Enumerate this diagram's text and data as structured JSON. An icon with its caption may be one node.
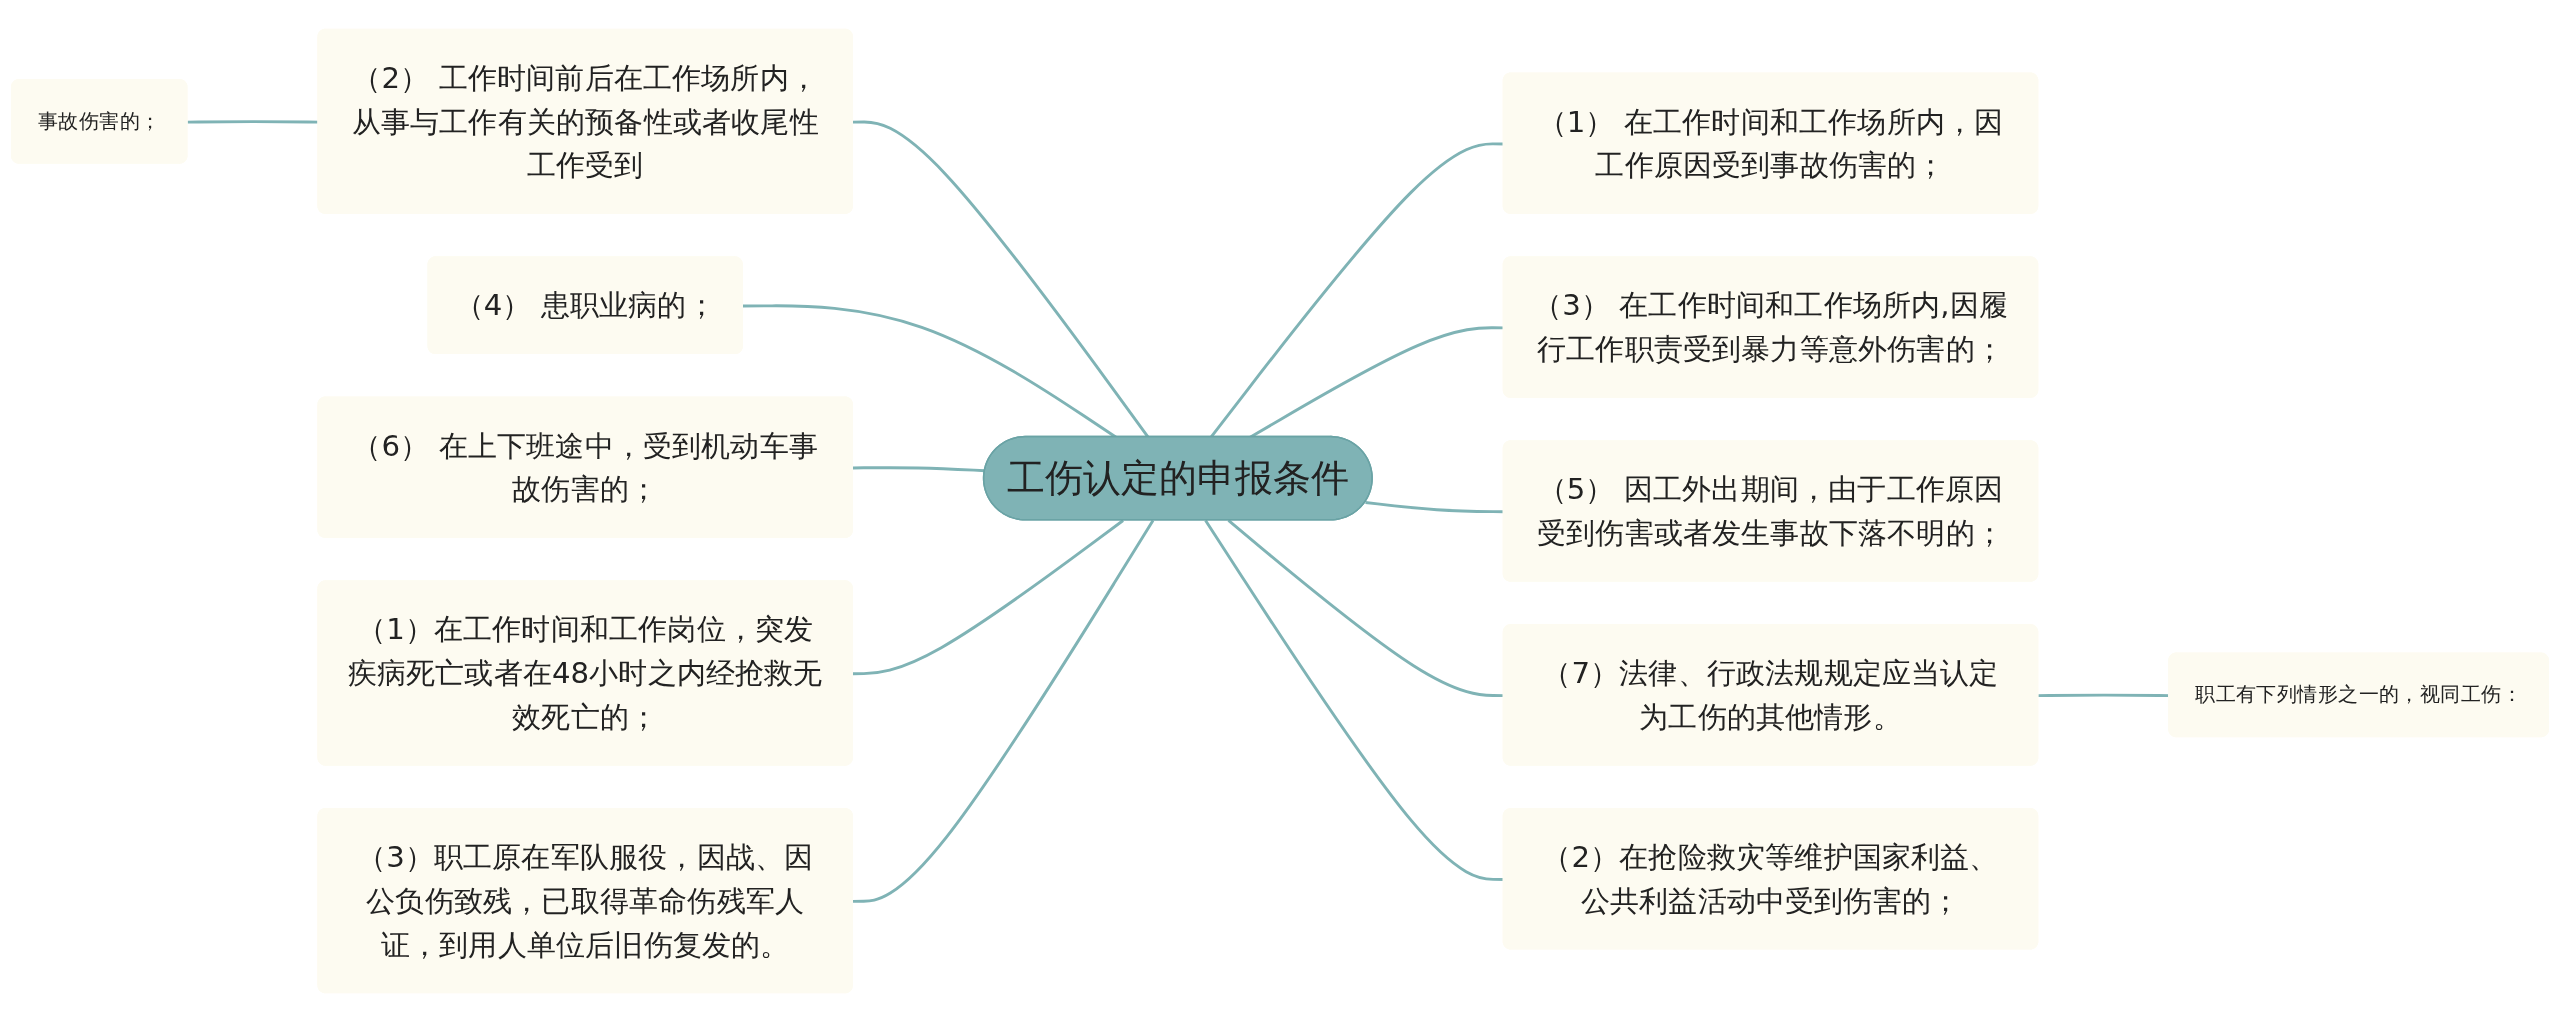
{
  "diagram": {
    "nodes": [
      {
        "text": [
          "工伤认定的申报条件"
        ]
      },
      {
        "text": [
          "（1） 在工作时间和工作场所内，因工作原因受到事故伤害的；"
        ]
      },
      {
        "text": [
          "（3） 在工作时间和工作场所内,因履行工作职责受到暴力等意外伤害的；"
        ]
      },
      {
        "text": [
          "（5） 因工外出期间，由于工作原因受到伤害或者发生事故下落不明的；"
        ]
      },
      {
        "text": [
          "（7）法律、行政法规规定应当认定为工伤的其他情形。"
        ]
      },
      {
        "text": [
          "职工有下列情形之一的，视同工伤："
        ]
      },
      {
        "text": [
          "（2）在抢险救灾等维护国家利益、公共利益活动中受到伤害的；"
        ]
      },
      {
        "text": [
          "（2） 工作时间前后在工作场所内，从事与工作有关的预备性或者收尾性工作受到"
        ]
      },
      {
        "text": [
          "事故伤害的；"
        ]
      },
      {
        "text": [
          "（4） 患职业病的；"
        ]
      },
      {
        "text": [
          "（6） 在上下班途中，受到机动车事故伤害的；"
        ]
      },
      {
        "text": [
          "（1）在工作时间和工作岗位，突发疾病死亡或者在48小时之内经抢救无效死亡的；"
        ]
      },
      {
        "text": [
          "（3）职工原在军队服役，因战、因公负伤致残，已取得革命伤残军人证，到用人单位后旧伤复发的。"
        ]
      }
    ],
    "edges": [
      {
        "from": 0,
        "to": 1,
        "arrow": "none"
      },
      {
        "from": 0,
        "to": 2,
        "arrow": "none"
      },
      {
        "from": 0,
        "to": 3,
        "arrow": "none"
      },
      {
        "from": 0,
        "to": 4,
        "arrow": "none"
      },
      {
        "from": 4,
        "to": 5,
        "arrow": "none"
      },
      {
        "from": 0,
        "to": 6,
        "arrow": "none"
      },
      {
        "from": 0,
        "to": 7,
        "arrow": "none"
      },
      {
        "from": 7,
        "to": 8,
        "arrow": "none"
      },
      {
        "from": 0,
        "to": 9,
        "arrow": "none"
      },
      {
        "from": 0,
        "to": 10,
        "arrow": "none"
      },
      {
        "from": 0,
        "to": 11,
        "arrow": "none"
      },
      {
        "from": 0,
        "to": 12,
        "arrow": "none"
      }
    ]
  }
}
